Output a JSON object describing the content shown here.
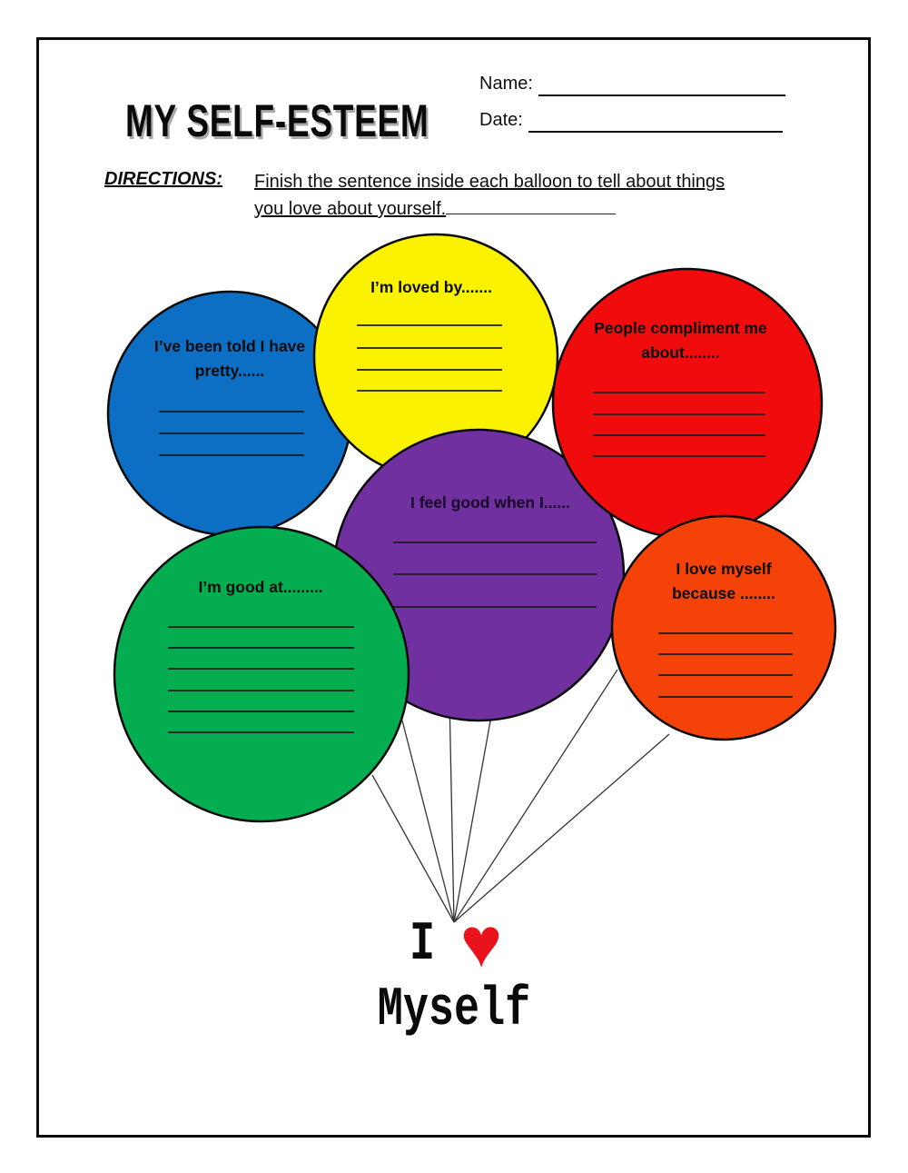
{
  "page": {
    "title": "MY SELF-ESTEEM",
    "name_label": "Name:",
    "date_label": "Date:",
    "directions_label": "DIRECTIONS:",
    "directions_line1": "Finish the sentence inside each balloon to tell about things",
    "directions_line2": "you love about yourself."
  },
  "balloons": [
    {
      "id": "blue",
      "prompt": "I’ve been told I have pretty......",
      "color": "#0C6FC4",
      "blank_lines": 3
    },
    {
      "id": "yellow",
      "prompt": "I’m loved by.......",
      "color": "#FBF200",
      "blank_lines": 4
    },
    {
      "id": "purple",
      "prompt": "I feel good when I......",
      "color": "#7030A0",
      "blank_lines": 3
    },
    {
      "id": "red",
      "prompt": "People compliment me about........",
      "color": "#F00C0C",
      "blank_lines": 4
    },
    {
      "id": "green",
      "prompt": "I’m good at.........",
      "color": "#04AD50",
      "blank_lines": 6
    },
    {
      "id": "orange",
      "prompt": "I love myself because ........",
      "color": "#F44208",
      "blank_lines": 4
    }
  ],
  "footer": {
    "i_text": "I",
    "heart_icon": "♥",
    "heart_color": "#E8131B",
    "myself_text": "Myself"
  }
}
